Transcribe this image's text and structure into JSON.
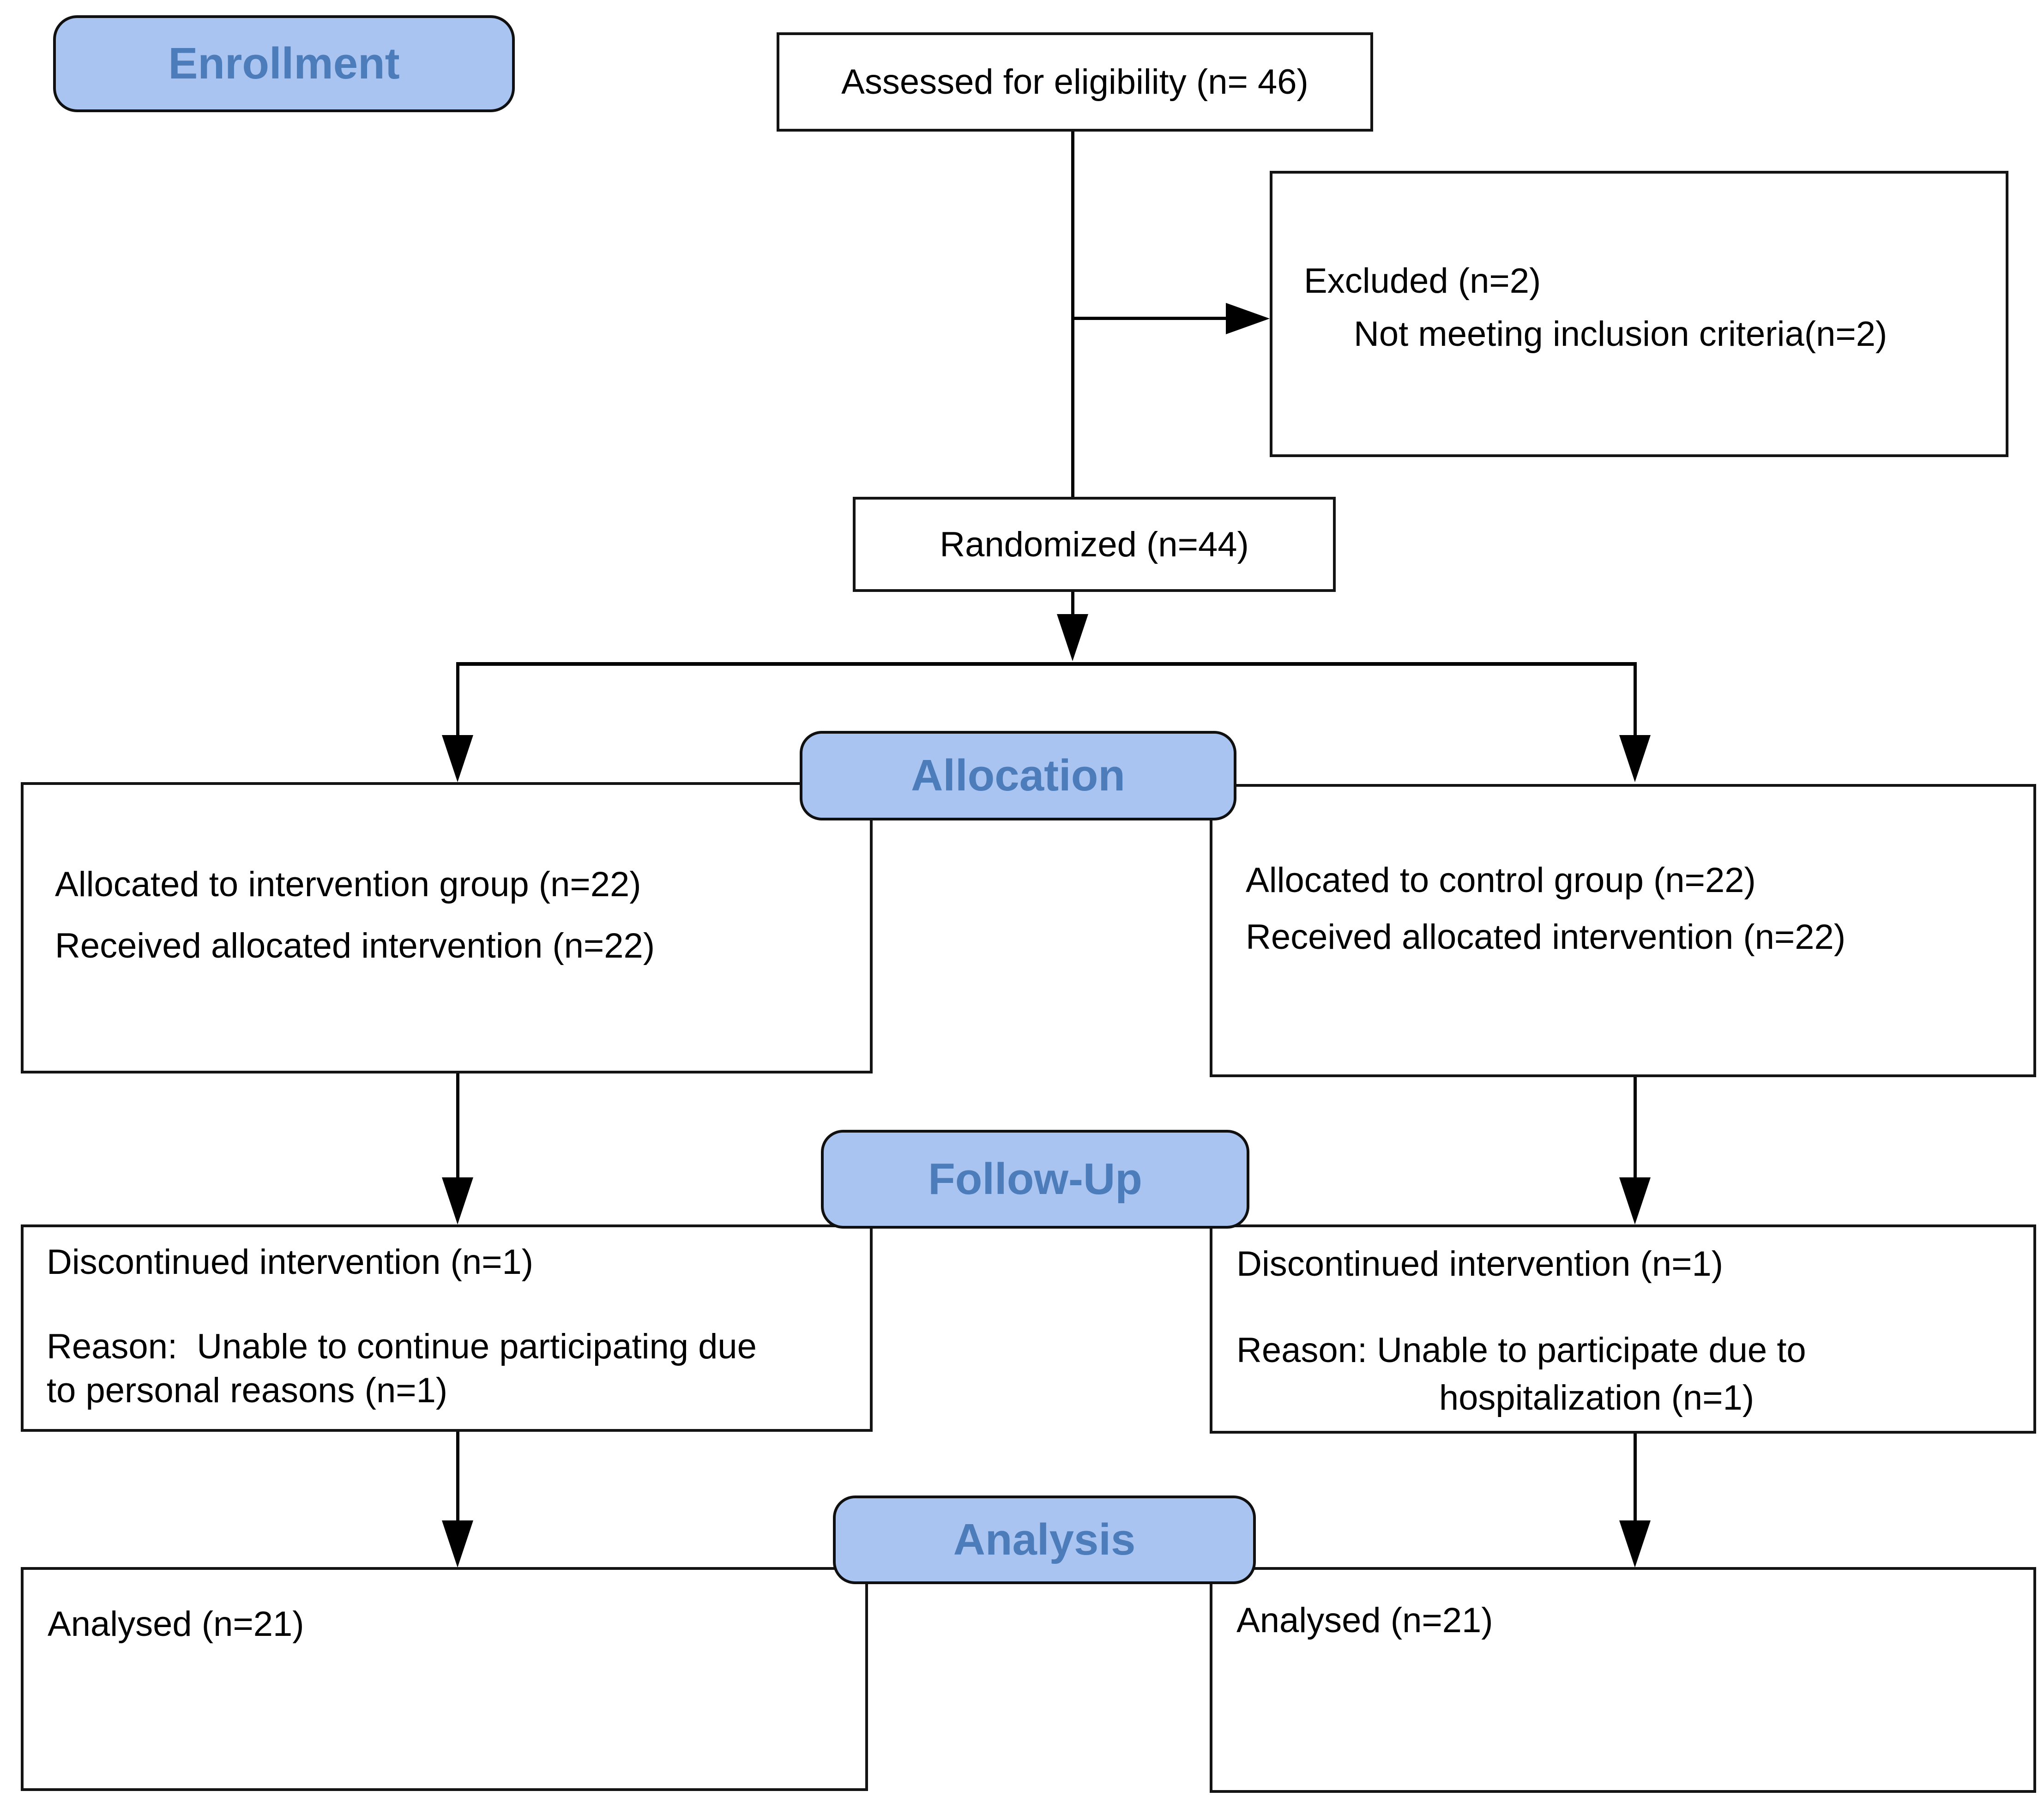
{
  "stages": {
    "enrollment": "Enrollment",
    "allocation": "Allocation",
    "followup": "Follow-Up",
    "analysis": "Analysis"
  },
  "colors": {
    "badge_fill": "#a9c4f1",
    "badge_text": "#4d7cbb",
    "box_border": "#141414",
    "connector": "#000000"
  },
  "enrollment": {
    "assessed": "Assessed for eligibility (n= 46)",
    "excluded_title": "Excluded (n=2)",
    "excluded_reason": "Not meeting inclusion criteria(n=2)",
    "randomized": "Randomized (n=44)"
  },
  "allocation": {
    "intervention": {
      "line1": "Allocated to intervention group (n=22)",
      "line2": "Received allocated intervention (n=22)"
    },
    "control": {
      "line1": "Allocated to control group (n=22)",
      "line2": "Received allocated intervention (n=22)"
    }
  },
  "followup": {
    "intervention": {
      "discontinued": "Discontinued intervention (n=1)",
      "reason": "Reason:  Unable to continue participating due\nto personal reasons (n=1)"
    },
    "control": {
      "discontinued": "Discontinued intervention (n=1)",
      "reason_line1": "Reason: Unable to participate due to",
      "reason_line2": "hospitalization (n=1)"
    }
  },
  "analysis": {
    "intervention": "Analysed (n=21)",
    "control": "Analysed (n=21)"
  }
}
